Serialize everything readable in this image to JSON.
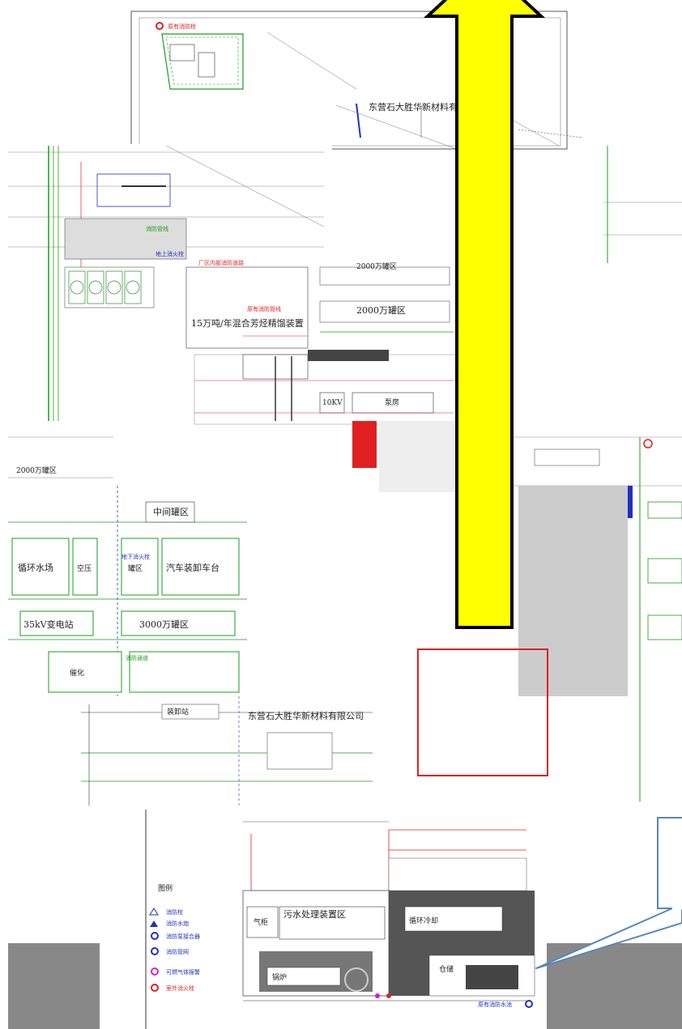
{
  "company_names": {
    "top": "东营石大胜华新材料有限公司",
    "middle": "东营石大胜华新材料有限公司"
  },
  "areas": {
    "tank_2000_right": "2000万罐区",
    "unit_15": "15万吨/年混合芳烃精馏装置",
    "tank_2000_left": "2000万罐区",
    "cat_plant": "催化",
    "loading": "装卸站",
    "cooling": "循环水场",
    "ac": "空压",
    "tank_farm_area": "罐区",
    "mid_tank": "中间罐区",
    "rail": "汽车装卸车台",
    "substation": "35kV变电站",
    "tank_3000": "3000万罐区",
    "wwtp": "污水处理装置区",
    "gas": "气柜",
    "boiler": "锅炉",
    "cooling_tower": "循环冷却",
    "warehouse": "仓储",
    "small_1": "10KV",
    "small_2": "泵房"
  },
  "legend": {
    "title": "图例",
    "items": [
      "消防栓",
      "消防水炮",
      "消防泵接合器",
      "消防管网",
      "可燃气体报警",
      "室外消火栓"
    ]
  },
  "labels": {
    "top_legend": "原有消防栓",
    "note_red_1": "厂区内部消防道路",
    "note_red_2": "原有消防管线",
    "green_1": "消防管线",
    "green_2": "消防通道",
    "blue_1": "地上消火栓",
    "blue_2": "地下消火栓",
    "bottom_note": "原有消防水池"
  },
  "annotations": {
    "arrow_direction": "north",
    "highlight_box": "red",
    "callout": "blue"
  }
}
